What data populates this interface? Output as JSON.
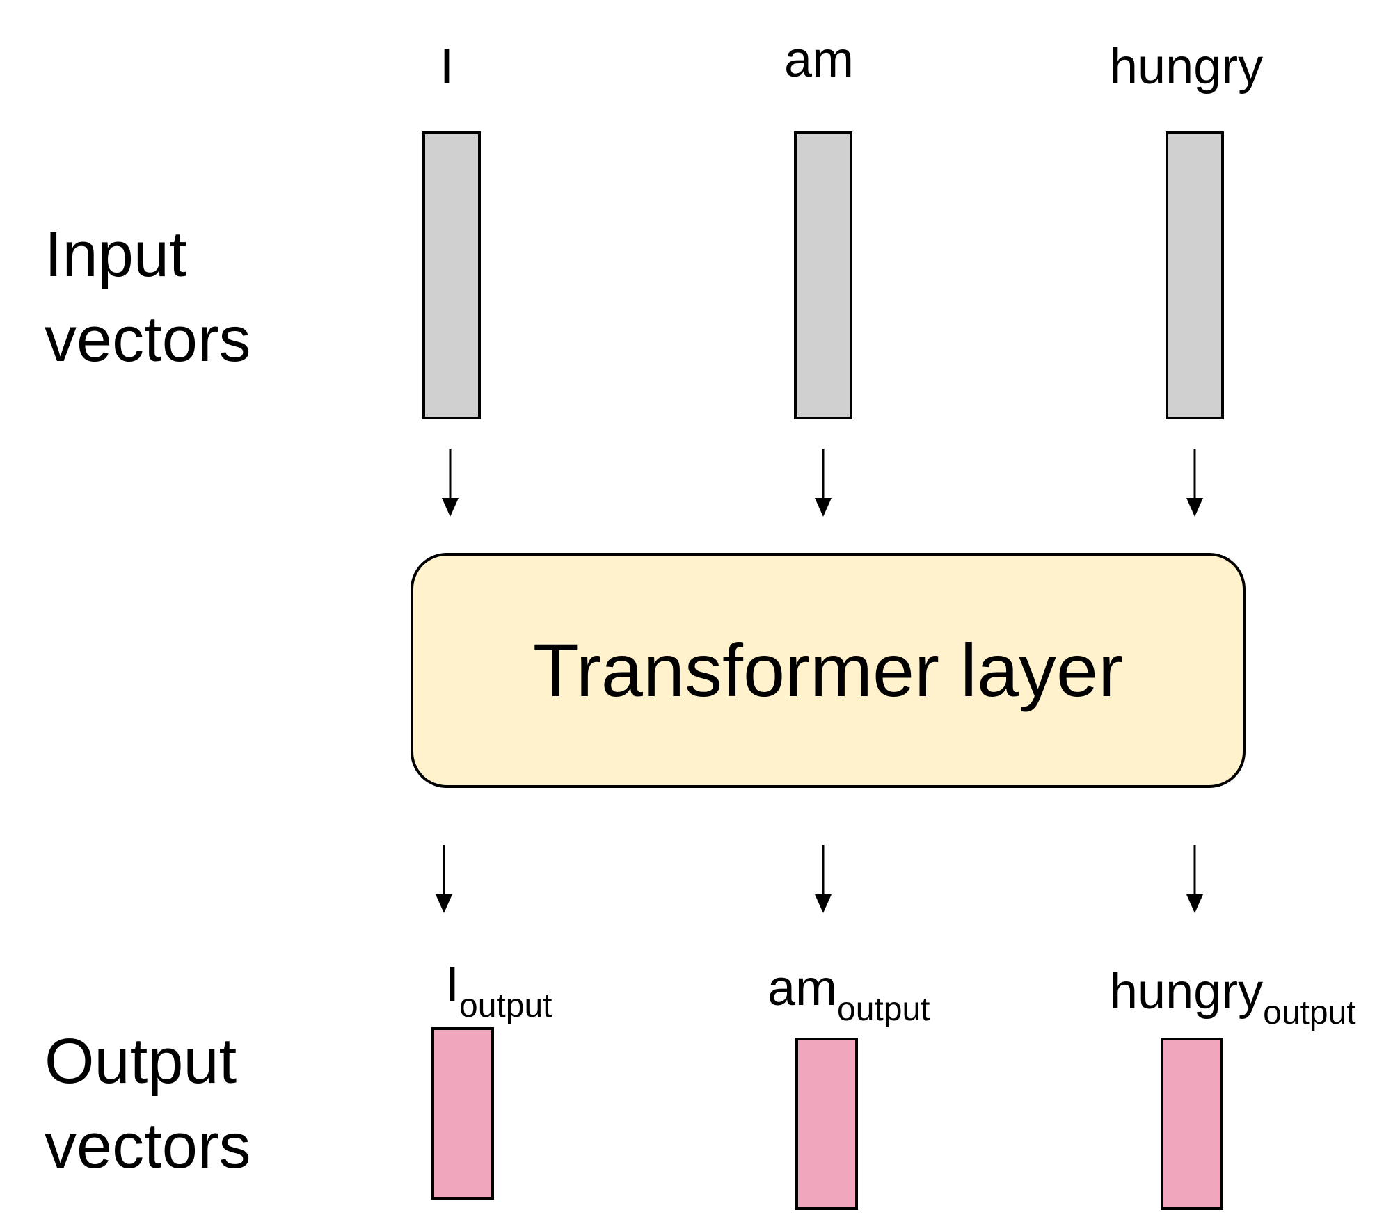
{
  "row_labels": {
    "input": "Input\nvectors",
    "output": "Output\nvectors"
  },
  "tokens": {
    "input": [
      "I",
      "am",
      "hungry"
    ],
    "output": [
      {
        "base": "I",
        "sub": "output"
      },
      {
        "base": "am",
        "sub": "output"
      },
      {
        "base": "hungry",
        "sub": "output"
      }
    ]
  },
  "layer": {
    "label": "Transformer layer"
  },
  "colors": {
    "input_vector_fill": "#d0d0d0",
    "output_vector_fill": "#f0a6bd",
    "layer_fill": "#fff2cc",
    "stroke": "#000000"
  }
}
